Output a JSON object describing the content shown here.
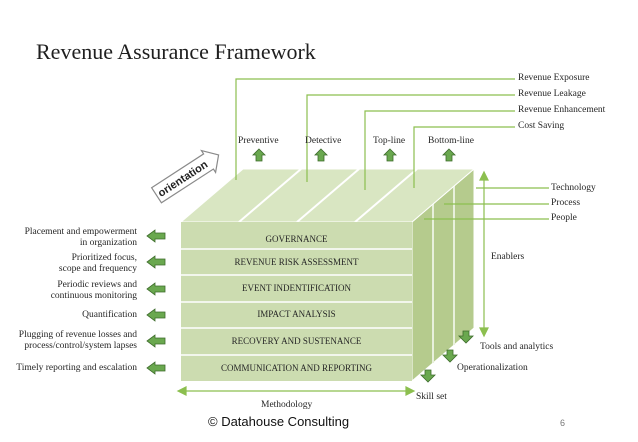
{
  "title": "Revenue Assurance Framework",
  "orientation_label": "orientation",
  "layers": [
    "GOVERNANCE",
    "REVENUE RISK ASSESSMENT",
    "EVENT INDENTIFICATION",
    "IMPACT ANALYSIS",
    "RECOVERY AND SUSTENANCE",
    "COMMUNICATION AND REPORTING"
  ],
  "top_labels": [
    "Preventive",
    "Detective",
    "Top-line",
    "Bottom-line"
  ],
  "revenue_labels": [
    "Revenue Exposure",
    "Revenue Leakage",
    "Revenue Enhancement",
    "Cost Saving"
  ],
  "enabler_items": [
    "Technology",
    "Process",
    "People"
  ],
  "enablers_label": "Enablers",
  "left_labels": [
    [
      "Placement and empowerment",
      "in organization"
    ],
    [
      "Prioritized focus,",
      "scope and frequency"
    ],
    [
      "Periodic reviews and",
      "continuous monitoring"
    ],
    [
      "Quantification"
    ],
    [
      "Plugging of revenue losses and",
      "process/control/system lapses"
    ],
    [
      "Timely reporting and escalation"
    ]
  ],
  "right_labels": [
    "Tools and analytics",
    "Operationalization",
    "Skill set"
  ],
  "methodology_label": "Methodology",
  "footer": "© Datahouse Consulting",
  "page_number": "6",
  "colors": {
    "front_face": "#ccdcb0",
    "top_face": "#d9e6c2",
    "side_face": "#b5cb8d",
    "lines": "#8cbf4f",
    "arrows": "#6aa84f",
    "arrow_outline": "#3d6b2b"
  }
}
